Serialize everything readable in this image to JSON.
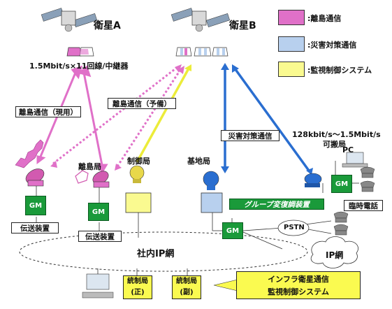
{
  "satellites": {
    "a_label": "衛星A",
    "b_label": "衛星B"
  },
  "legend": [
    {
      "label": ":離島通信",
      "color": "#e070c8"
    },
    {
      "label": ":災害対策通信",
      "color": "#b8d0ee"
    },
    {
      "label": ":監視制御システム",
      "color": "#fafa90"
    }
  ],
  "link_labels": {
    "rate_a": "1.5Mbit/s×11回線/中継器",
    "island_current": "離島通信（現用）",
    "island_backup": "離島通信（予備）",
    "disaster": "災害対策通信",
    "rate_b_line1": "128kbit/s～1.5Mbit/s",
    "rate_b_line2": "可搬局"
  },
  "stations": {
    "island_station": "離島局",
    "control_station": "制御局",
    "base_station": "基地局",
    "pc": "PC",
    "temp_phone": "臨時電話"
  },
  "equipment": {
    "gm": "GM",
    "transmission": "伝送装置",
    "group_modem": "グループ変復調装置",
    "pstn": "PSTN",
    "ip_net": "IP網",
    "corp_ip": "社内IP網",
    "central_main": [
      "統制局",
      "(正)"
    ],
    "central_sub": [
      "統制局",
      "(副)"
    ],
    "infra_line1": "インフラ衛星通信",
    "infra_line2": "監視制御システム"
  }
}
